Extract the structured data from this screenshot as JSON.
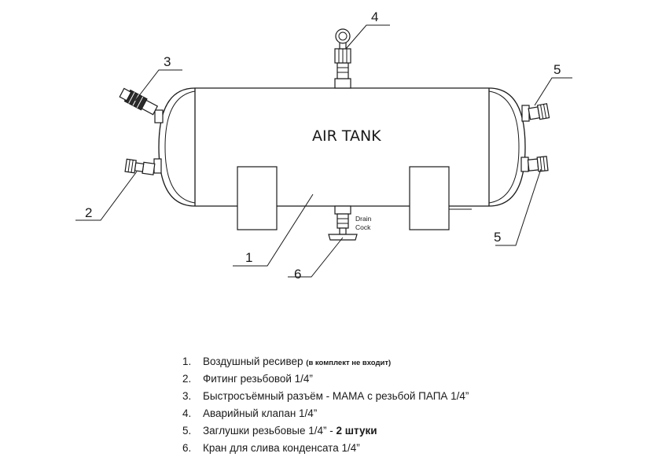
{
  "diagram": {
    "tank_label": "AIR TANK",
    "drain_label_1": "Drain",
    "drain_label_2": "Cock",
    "callouts": [
      "1",
      "2",
      "3",
      "4",
      "5",
      "5",
      "6"
    ]
  },
  "legend": [
    {
      "num": "1.",
      "text": "Воздушный ресивер",
      "note": "(в комплект не входит)"
    },
    {
      "num": "2.",
      "text": "Фитинг резьбовой 1/4”"
    },
    {
      "num": "3.",
      "text": "Быстросъёмный разъём - МАМА с резьбой ПАПА 1/4”"
    },
    {
      "num": "4.",
      "text": "Аварийный клапан 1/4”"
    },
    {
      "num": "5.",
      "text": "Заглушки резьбовые 1/4” - ",
      "strong": "2 штуки"
    },
    {
      "num": "6.",
      "text": "Кран для слива конденсата 1/4”"
    }
  ]
}
